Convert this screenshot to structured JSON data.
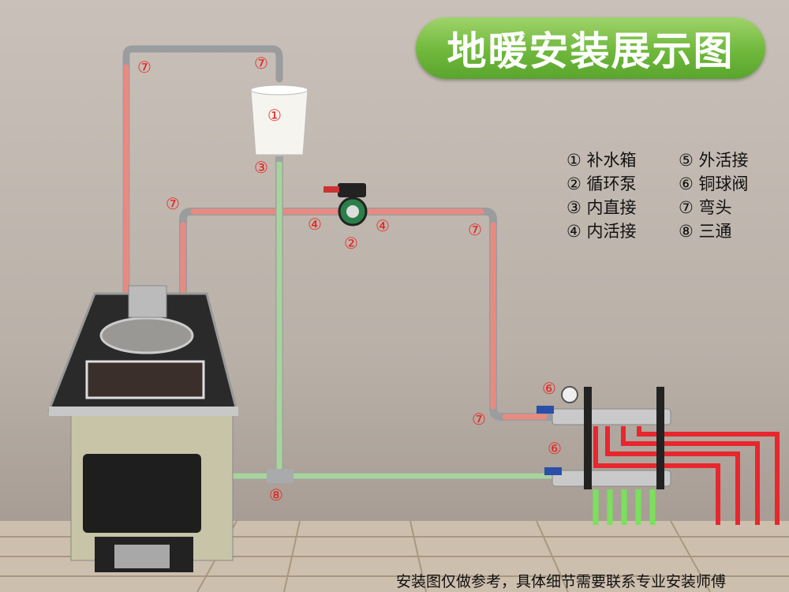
{
  "title": "地暖安装展示图",
  "legend": [
    {
      "num": "①",
      "text": "补水箱"
    },
    {
      "num": "⑤",
      "text": "外活接"
    },
    {
      "num": "②",
      "text": "循环泵"
    },
    {
      "num": "⑥",
      "text": "铜球阀"
    },
    {
      "num": "③",
      "text": "内直接"
    },
    {
      "num": "⑦",
      "text": "弯头"
    },
    {
      "num": "④",
      "text": "内活接"
    },
    {
      "num": "⑧",
      "text": "三通"
    }
  ],
  "labels": {
    "elbow_top_left": "⑦",
    "elbow_top_right": "⑦",
    "tank": "①",
    "tank_joint": "③",
    "elbow_mid_left": "⑦",
    "union_left": "④",
    "union_right": "④",
    "pump": "②",
    "elbow_mid_right": "⑦",
    "elbow_bottom_right": "⑦",
    "valve_top": "⑥",
    "valve_bottom": "⑥",
    "tee": "⑧"
  },
  "footer_note": "安装图仅做参考，具体细节需要联系专业安装师傅",
  "colors": {
    "hot_pipe": "#e98a80",
    "return_pipe": "#a9d39a",
    "floor_pipe": "#e8262d",
    "title_bg": "#6fb83c"
  }
}
